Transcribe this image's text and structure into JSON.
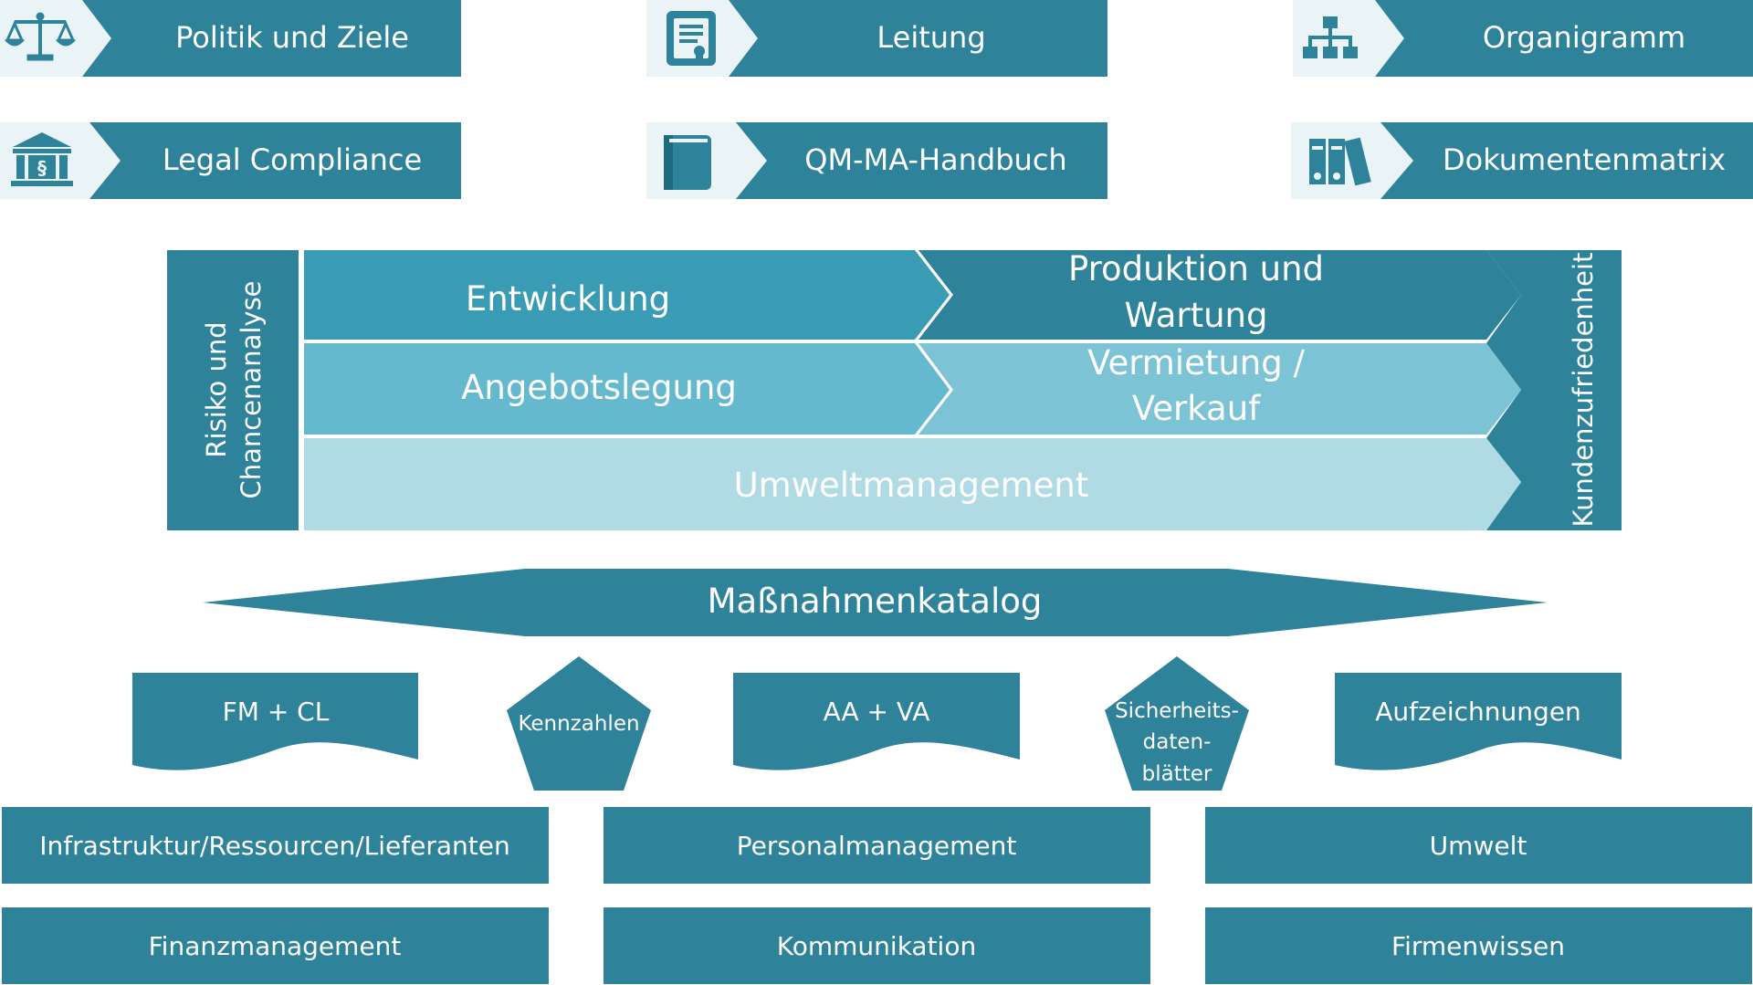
{
  "top_links": [
    {
      "label": "Politik und Ziele",
      "icon": "scales-icon"
    },
    {
      "label": "Leitung",
      "icon": "certificate-icon"
    },
    {
      "label": "Organigramm",
      "icon": "org-chart-icon"
    },
    {
      "label": "Legal Compliance",
      "icon": "courthouse-icon"
    },
    {
      "label": "QM-MA-Handbuch",
      "icon": "book-icon"
    },
    {
      "label": "Dokumentenmatrix",
      "icon": "binders-icon"
    }
  ],
  "process": {
    "left_label_line1": "Risiko und",
    "left_label_line2": "Chancenanalyse",
    "right_label": "Kundenzufriedenheit",
    "entwicklung": "Entwicklung",
    "produktion_line1": "Produktion und",
    "produktion_line2": "Wartung",
    "angebot": "Angebotslegung",
    "vermietung_line1": "Vermietung /",
    "vermietung_line2": "Verkauf",
    "umwelt": "Umweltmanagement"
  },
  "catalog": {
    "label": "Maßnahmenkatalog"
  },
  "documents": {
    "fm_cl": "FM + CL",
    "kennzahlen": "Kennzahlen",
    "aa_va": "AA + VA",
    "sicherheit_line1": "Sicherheits-",
    "sicherheit_line2": "daten-",
    "sicherheit_line3": "blätter",
    "aufzeichnungen": "Aufzeichnungen"
  },
  "bottom_boxes": [
    "Infrastruktur/Ressourcen/Lieferanten",
    "Personalmanagement",
    "Umwelt",
    "Finanzmanagement",
    "Kommunikation",
    "Firmenwissen"
  ],
  "colors": {
    "dark": "#2e8299",
    "mid": "#3a9bb5",
    "light": "#64b9cf",
    "lighter": "#7cc3d6",
    "lightest": "#b0dbe5",
    "icon_bg": "#eaf4f7"
  }
}
